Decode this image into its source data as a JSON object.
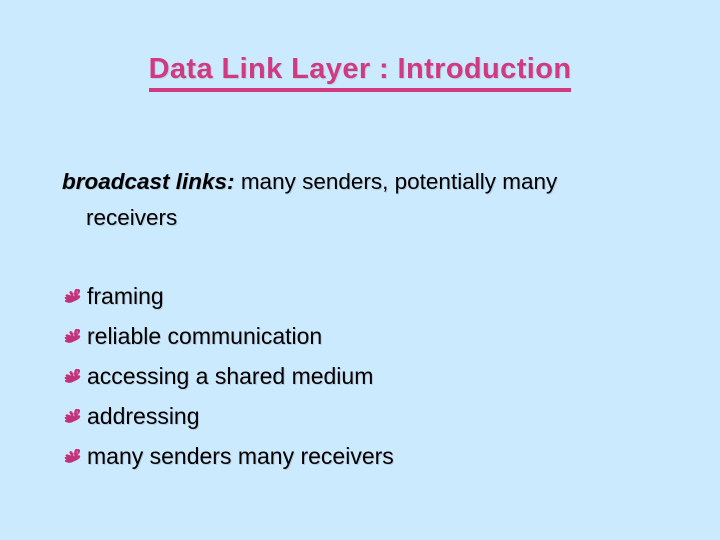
{
  "slide": {
    "background_color": "#cceafe",
    "accent_color": "#d13a80",
    "text_color": "#000000",
    "title": "Data Link Layer : Introduction"
  },
  "intro": {
    "lead": "broadcast links:",
    "rest": " many senders, potentially many receivers"
  },
  "bullets": [
    {
      "icon": "pointing-hand-bullet-icon",
      "label": "framing"
    },
    {
      "icon": "pointing-hand-bullet-icon",
      "label": "reliable communication"
    },
    {
      "icon": "pointing-hand-bullet-icon",
      "label": "accessing a shared medium"
    },
    {
      "icon": "pointing-hand-bullet-icon",
      "label": "addressing"
    },
    {
      "icon": "pointing-hand-bullet-icon",
      "label": "many senders many receivers"
    }
  ]
}
